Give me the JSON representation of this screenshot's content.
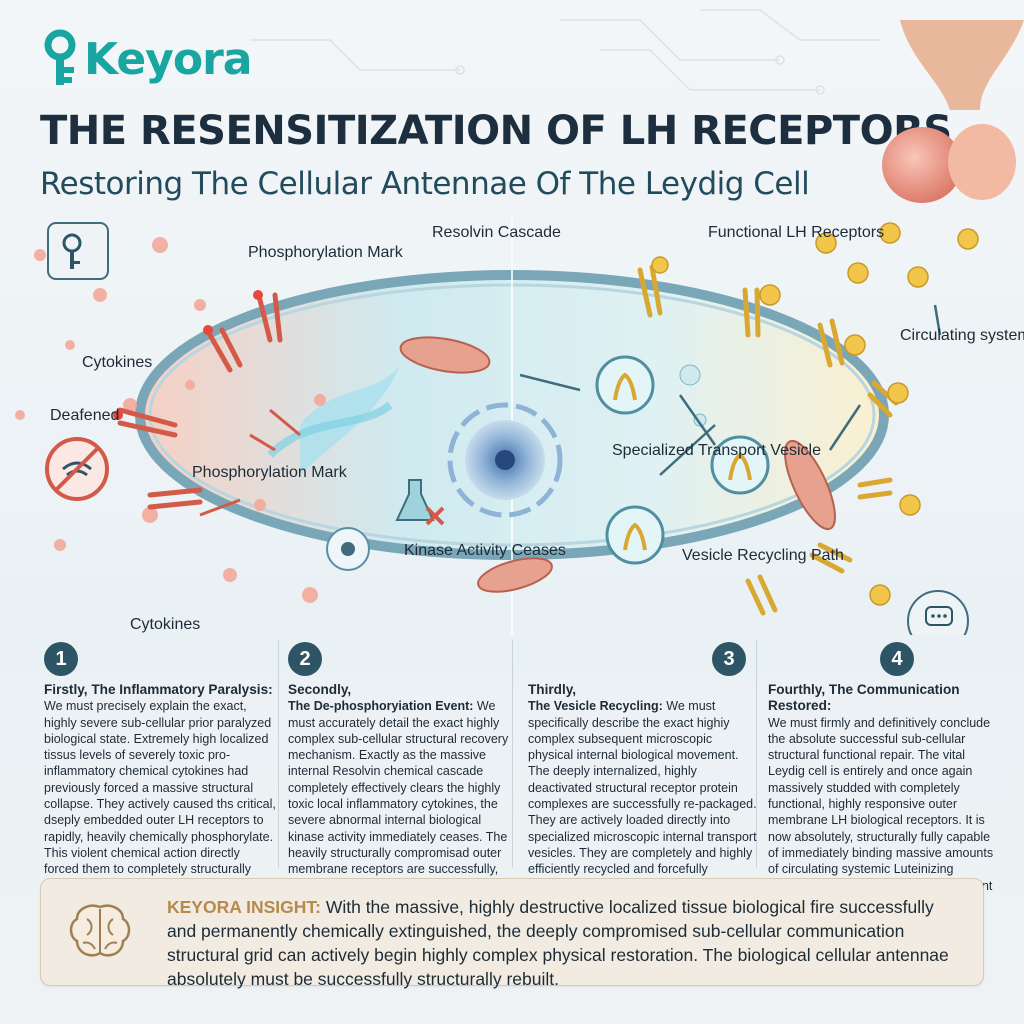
{
  "brand": {
    "name": "Keyora",
    "colors": {
      "teal": "#1aa6a0",
      "navy": "#1d2e3e",
      "inflamed": "#e98a7e",
      "receptor": "#e0b64a",
      "lh": "#f1c64a"
    }
  },
  "header": {
    "title": "THE RESENSITIZATION OF LH RECEPTORS",
    "subtitle": "Restoring The Cellular Antennae Of The Leydig Cell"
  },
  "labels": {
    "phosphorylation_mark_top": "Phosphorylation Mark",
    "resolvin_cascade": "Resolvin Cascade",
    "cytokines_top": "Cytokines",
    "deafened": "Deafened",
    "phosphorylation_mark_mid": "Phosphorylation Mark",
    "kinase_activity": "Kinase Activity Ceases",
    "cytokines_bottom": "Cytokines",
    "functional_lh": "Functional LH Receptors",
    "circulating_lh": "Circulating systemic LH Binding",
    "transport_vesicle": "Specialized Transport Vesicle",
    "recycling_path": "Vesicle Recycling Path"
  },
  "icons": [
    "key-lock-icon",
    "no-signal-icon",
    "kinase-flask-icon",
    "chat-phone-icon",
    "brain-icon",
    "pituitary-gland-icon"
  ],
  "steps": [
    {
      "number": "1",
      "heading": "Firstly, The Inflammatory Paralysis:",
      "lead": "",
      "body": "We must precisely explain the exact, highly severe sub-cellular prior paralyzed biological state. Extremely high localized tissus levels of severely toxic pro-inflammatory chemical cytokines had previously forced a massive structural collapse. They actively caused ths critical, dseply embedded outer LH receptors to rapidly, heavily chemically phosphorylate. This violent chemical action directly forced them to completely structurally internalize. It successfully, totally, and completely deafened the vital reproductive biological cell."
    },
    {
      "number": "2",
      "heading": "Secondly,",
      "lead": "The De-phosphoryiation Event:",
      "body": "We must accurately detail the exact highly complex sub-cellular structural recovery mechanism. Exactly as the massive internal Resolvin chemical cascade completely effectively clears the highly toxic local inflammatory cytokines, the severe abnormal internal biological kinase activity immediately ceases. The heavily structurally compromisad outer membrane receptors are successfully, physically, and entirely chemically de-phosphorylated."
    },
    {
      "number": "3",
      "heading": "Thirdly,",
      "lead": "The Vesicle Recycling:",
      "body": "We must specifically describe the exact highiy complex subsequent microscopic physical internal biological movement. The deeply internalized, highly deactivated structural receptor protein complexes are successfully re-packaged. They are actively loaded directly into specialized microscopic internal transport vesicles. They are completely and highly efficiently recycled and forcefully transported directly back to the outer exposed plasma cellular membrane surface."
    },
    {
      "number": "4",
      "heading": "Fourthly, The Communication Restored:",
      "lead": "",
      "body": "We must firmly and definitively conclude the absolute successful sub-cellular structural functional repair. The vital Leydig cell is entirely and once again massively studded with completely functional, highly responsive outer membrane LH biological receptors. It is now absolutely, structurally fully capable of immediately binding massive amounts of circulating systemic Luteinizing Hormone strictly arriving from the distant master pituitary gland."
    }
  ],
  "insight": {
    "label": "KEYORA INSIGHT:",
    "text": "With the massive, highly destructive localized tissue biological fire successfully and permanently chemically extinguished, the deeply compromised sub-cellular communication structural grid can actively begin highly complex physical restoration. The biological cellular antennae absolutely must be successfully structurally rebuilt."
  }
}
